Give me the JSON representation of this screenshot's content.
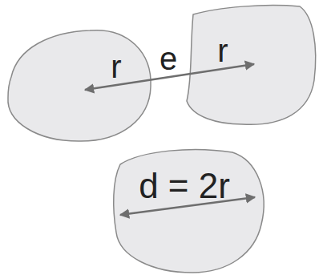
{
  "diagram": {
    "labels": [
      "r",
      "e",
      "r",
      "d = 2r"
    ]
  }
}
